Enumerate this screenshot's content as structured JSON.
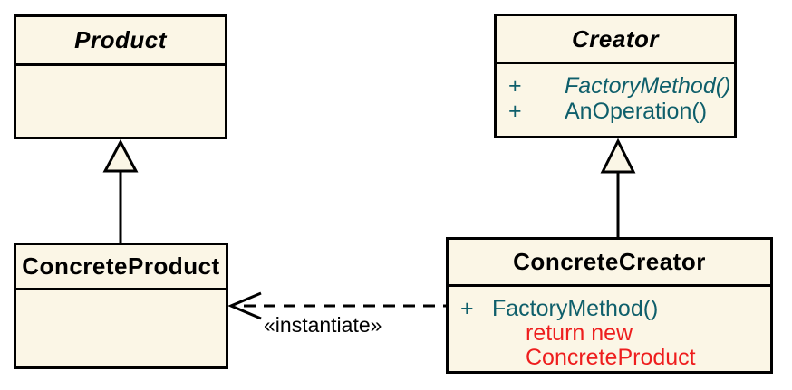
{
  "colors": {
    "background": "#FFFFFF",
    "box_fill": "#FBF6E6",
    "box_border": "#000000",
    "title_text": "#000000",
    "operation_text": "#0F5F6B",
    "code_note_text": "#EE1E1E",
    "connector": "#000000"
  },
  "classes": {
    "product": {
      "name": "Product"
    },
    "creator": {
      "name": "Creator",
      "operations": [
        {
          "visibility": "+",
          "signature": "FactoryMethod()"
        },
        {
          "visibility": "+",
          "signature": "AnOperation()"
        }
      ]
    },
    "concrete_product": {
      "name": "ConcreteProduct"
    },
    "concrete_creator": {
      "name": "ConcreteCreator",
      "operations": [
        {
          "visibility": "+",
          "signature": "FactoryMethod()"
        }
      ],
      "code_note": {
        "line1": "return new",
        "line2": "ConcreteProduct"
      }
    }
  },
  "connectors": {
    "instantiate": {
      "label": "«instantiate»"
    }
  }
}
